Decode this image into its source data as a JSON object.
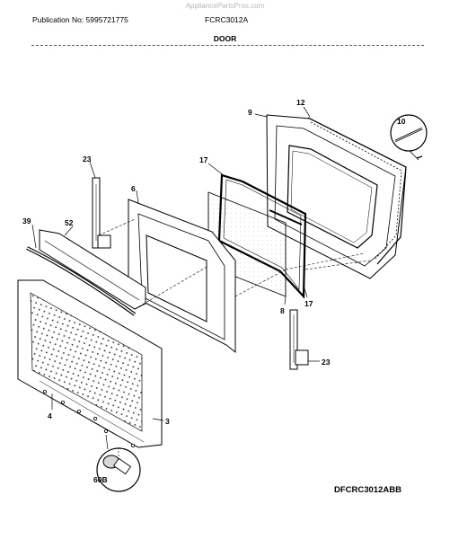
{
  "header": {
    "watermark": "AppliancePartsPros.com",
    "publication": "Publication No: 5995721775",
    "model": "FCRC3012A",
    "section_title": "DOOR"
  },
  "diagram_code": "DFCRC3012ABB",
  "callouts": {
    "c12": "12",
    "c9": "9",
    "c10": "10",
    "c17a": "17",
    "c23a": "23",
    "c6": "6",
    "c39": "39",
    "c52": "52",
    "c8": "8",
    "c17b": "17",
    "c23b": "23",
    "c4": "4",
    "c3": "3",
    "c60b": "60B"
  }
}
